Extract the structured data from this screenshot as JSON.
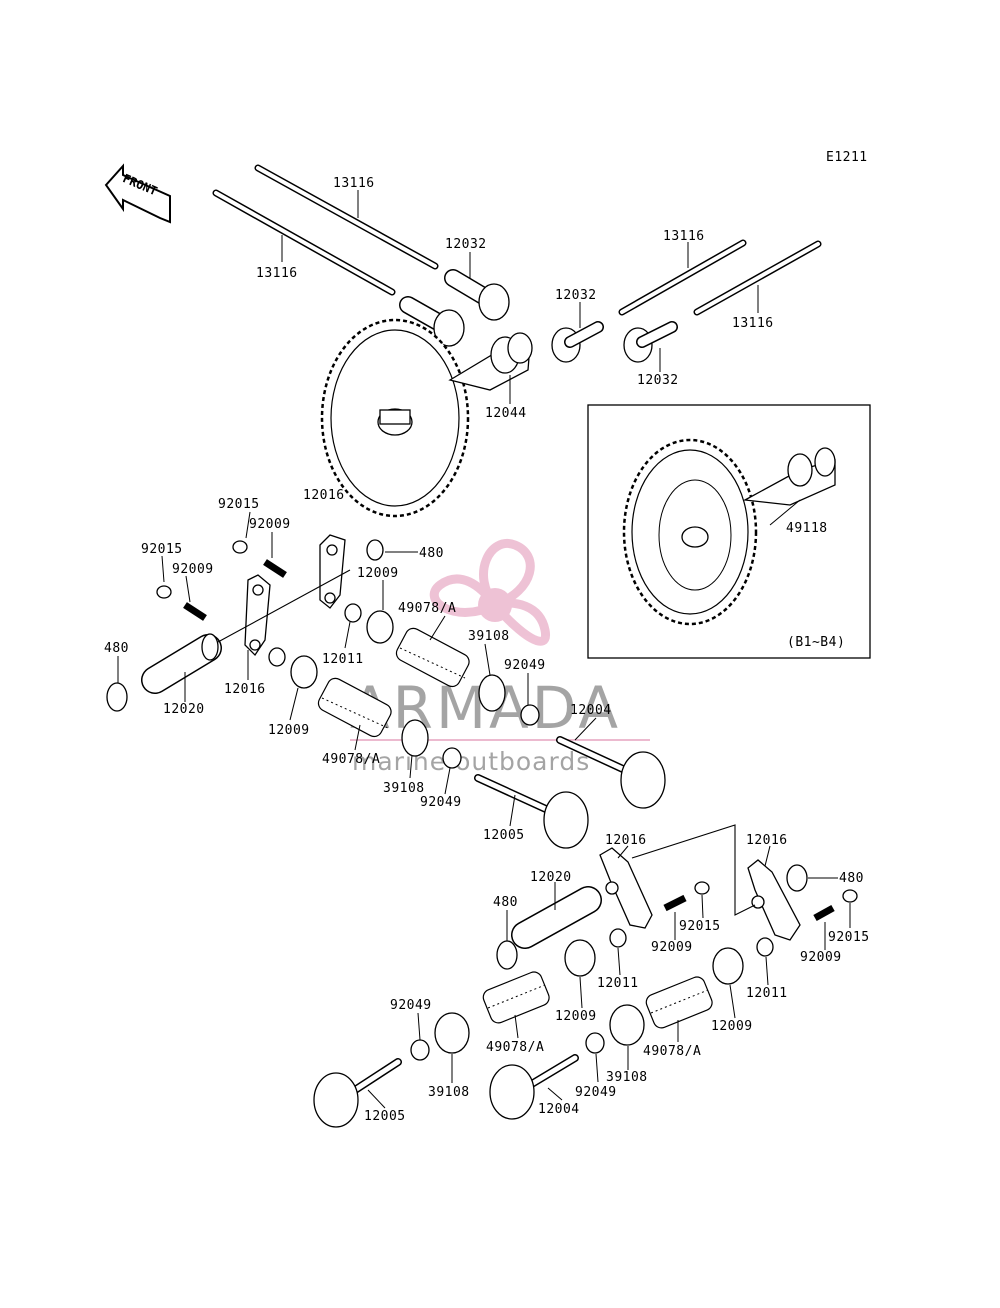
{
  "diagram_code": "E1211",
  "front_label": "FRONT",
  "inset_label": "(B1~B4)",
  "watermark": {
    "name": "ARMADA",
    "tagline": "marine outboards",
    "logo_color": "#e8a9c4"
  },
  "labels": {
    "l13116a": "13116",
    "l13116b": "13116",
    "l13116c": "13116",
    "l13116d": "13116",
    "l12032a": "12032",
    "l12032b": "12032",
    "l12032c": "12032",
    "l12044": "12044",
    "l12016a": "12016",
    "l49118": "49118",
    "l92015a": "92015",
    "l92009a": "92009",
    "l92015b": "92015",
    "l92009b": "92009",
    "l480a": "480",
    "l12009a": "12009",
    "l49078a": "49078/A",
    "l39108a": "39108",
    "l12011a": "12011",
    "l480b": "480",
    "l12016b": "12016",
    "l12020a": "12020",
    "l12009b": "12009",
    "l92049a": "92049",
    "l12004a": "12004",
    "l49078b": "49078/A",
    "l39108b": "39108",
    "l92049b": "92049",
    "l12005a": "12005",
    "l12016c": "12016",
    "l12016d": "12016",
    "l480c": "480",
    "l12020b": "12020",
    "l480d": "480",
    "l92015c": "92015",
    "l92015d": "92015",
    "l92009c": "92009",
    "l92009d": "92009",
    "l12011b": "12011",
    "l12011c": "12011",
    "l12009c": "12009",
    "l12009d": "12009",
    "l92049c": "92049",
    "l49078c": "49078/A",
    "l49078d": "49078/A",
    "l39108c": "39108",
    "l39108d": "39108",
    "l92049d": "92049",
    "l12005b": "12005",
    "l12004b": "12004"
  }
}
